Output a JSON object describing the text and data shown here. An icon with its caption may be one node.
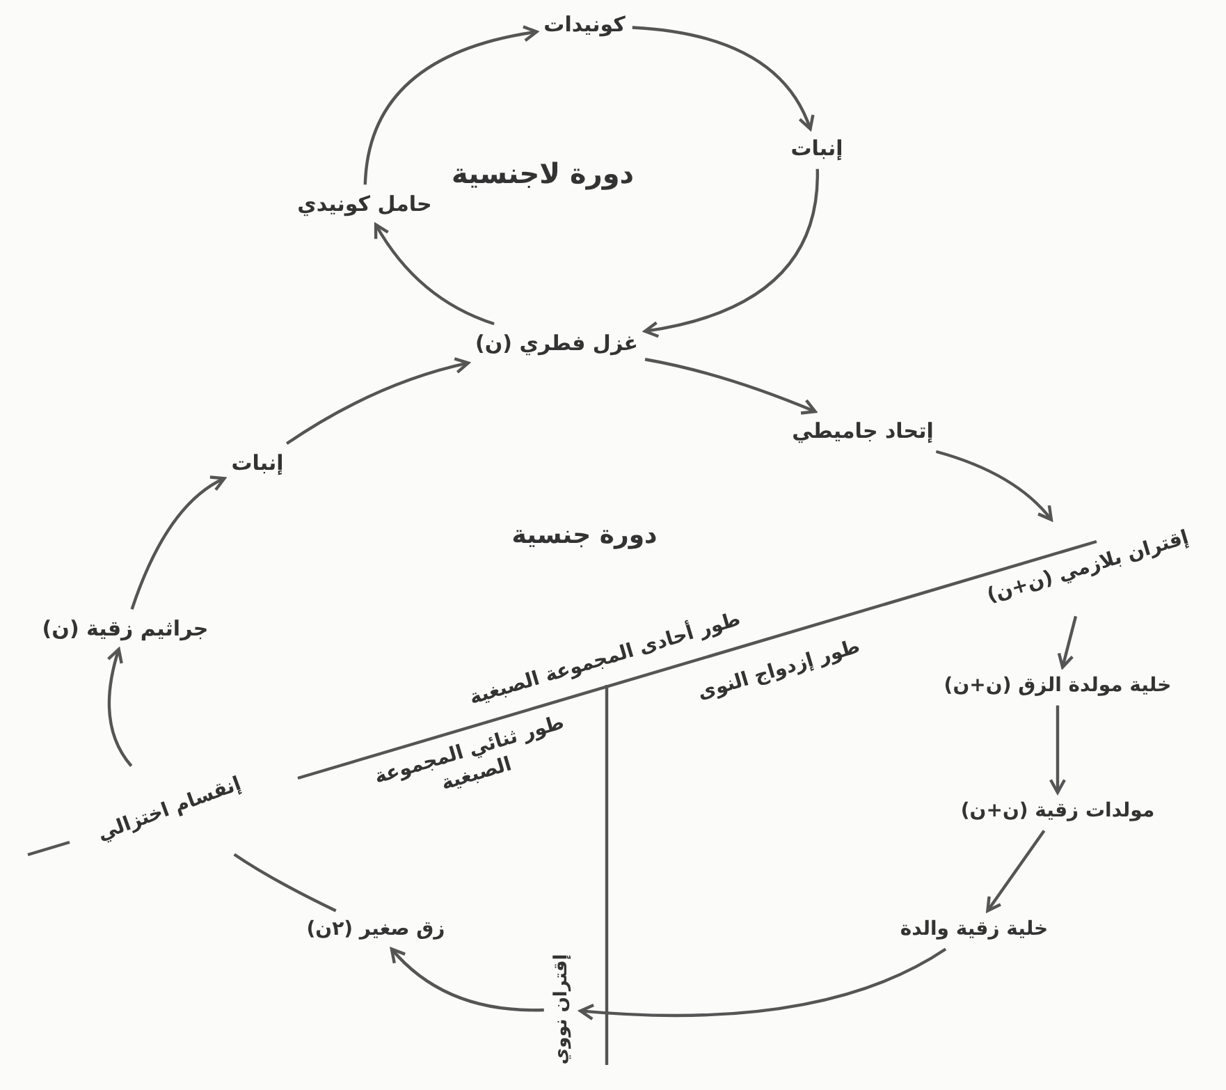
{
  "diagram": {
    "nodes": [
      {
        "text": [
          "كونيدات"
        ]
      },
      {
        "text": [
          "إنبات"
        ]
      },
      {
        "text": [
          "حامل كونيدي"
        ]
      },
      {
        "text": [
          "غزل فطري (ن)"
        ]
      },
      {
        "text": [
          "إتحاد جاميطي"
        ]
      },
      {
        "text": [
          "إنبات"
        ]
      },
      {
        "text": [
          "إقتران بلازمي (ن+ن)"
        ]
      },
      {
        "text": [
          "جراثيم زقية (ن)"
        ]
      },
      {
        "text": [
          "خلية مولدة الزق (ن+ن)"
        ]
      },
      {
        "text": [
          "مولدات زقية (ن+ن)"
        ]
      },
      {
        "text": [
          "إنقسام اختزالي"
        ]
      },
      {
        "text": [
          "زق صغير (٢ن)"
        ]
      },
      {
        "text": [
          "خلية زقية والدة"
        ]
      },
      {
        "text": [
          "إقتران نووي"
        ]
      }
    ],
    "edges": [
      {
        "from": 2,
        "to": 0,
        "arrow": "to"
      },
      {
        "from": 0,
        "to": 1,
        "arrow": "to"
      },
      {
        "from": 1,
        "to": 3,
        "arrow": "to"
      },
      {
        "from": 3,
        "to": 2,
        "arrow": "to"
      },
      {
        "from": 3,
        "to": 4,
        "arrow": "to"
      },
      {
        "from": 5,
        "to": 3,
        "arrow": "to"
      },
      {
        "from": 4,
        "to": 6,
        "arrow": "to"
      },
      {
        "from": 6,
        "to": 8,
        "arrow": "to"
      },
      {
        "from": 8,
        "to": 9,
        "arrow": "to"
      },
      {
        "from": 9,
        "to": 12,
        "arrow": "to"
      },
      {
        "from": 12,
        "to": 13,
        "arrow": "to"
      },
      {
        "from": 13,
        "to": 11,
        "arrow": "to"
      },
      {
        "from": 11,
        "to": 10,
        "arrow": "none"
      },
      {
        "from": 10,
        "to": 7,
        "arrow": "to"
      },
      {
        "from": 7,
        "to": 5,
        "arrow": "to"
      }
    ],
    "labels": [
      "دورة لاجنسية",
      "دورة جنسية",
      "طور أحادى المجموعة الصبغية",
      "طور إزدواج النوى",
      "طور ثنائي المجموعة الصبغية"
    ]
  }
}
